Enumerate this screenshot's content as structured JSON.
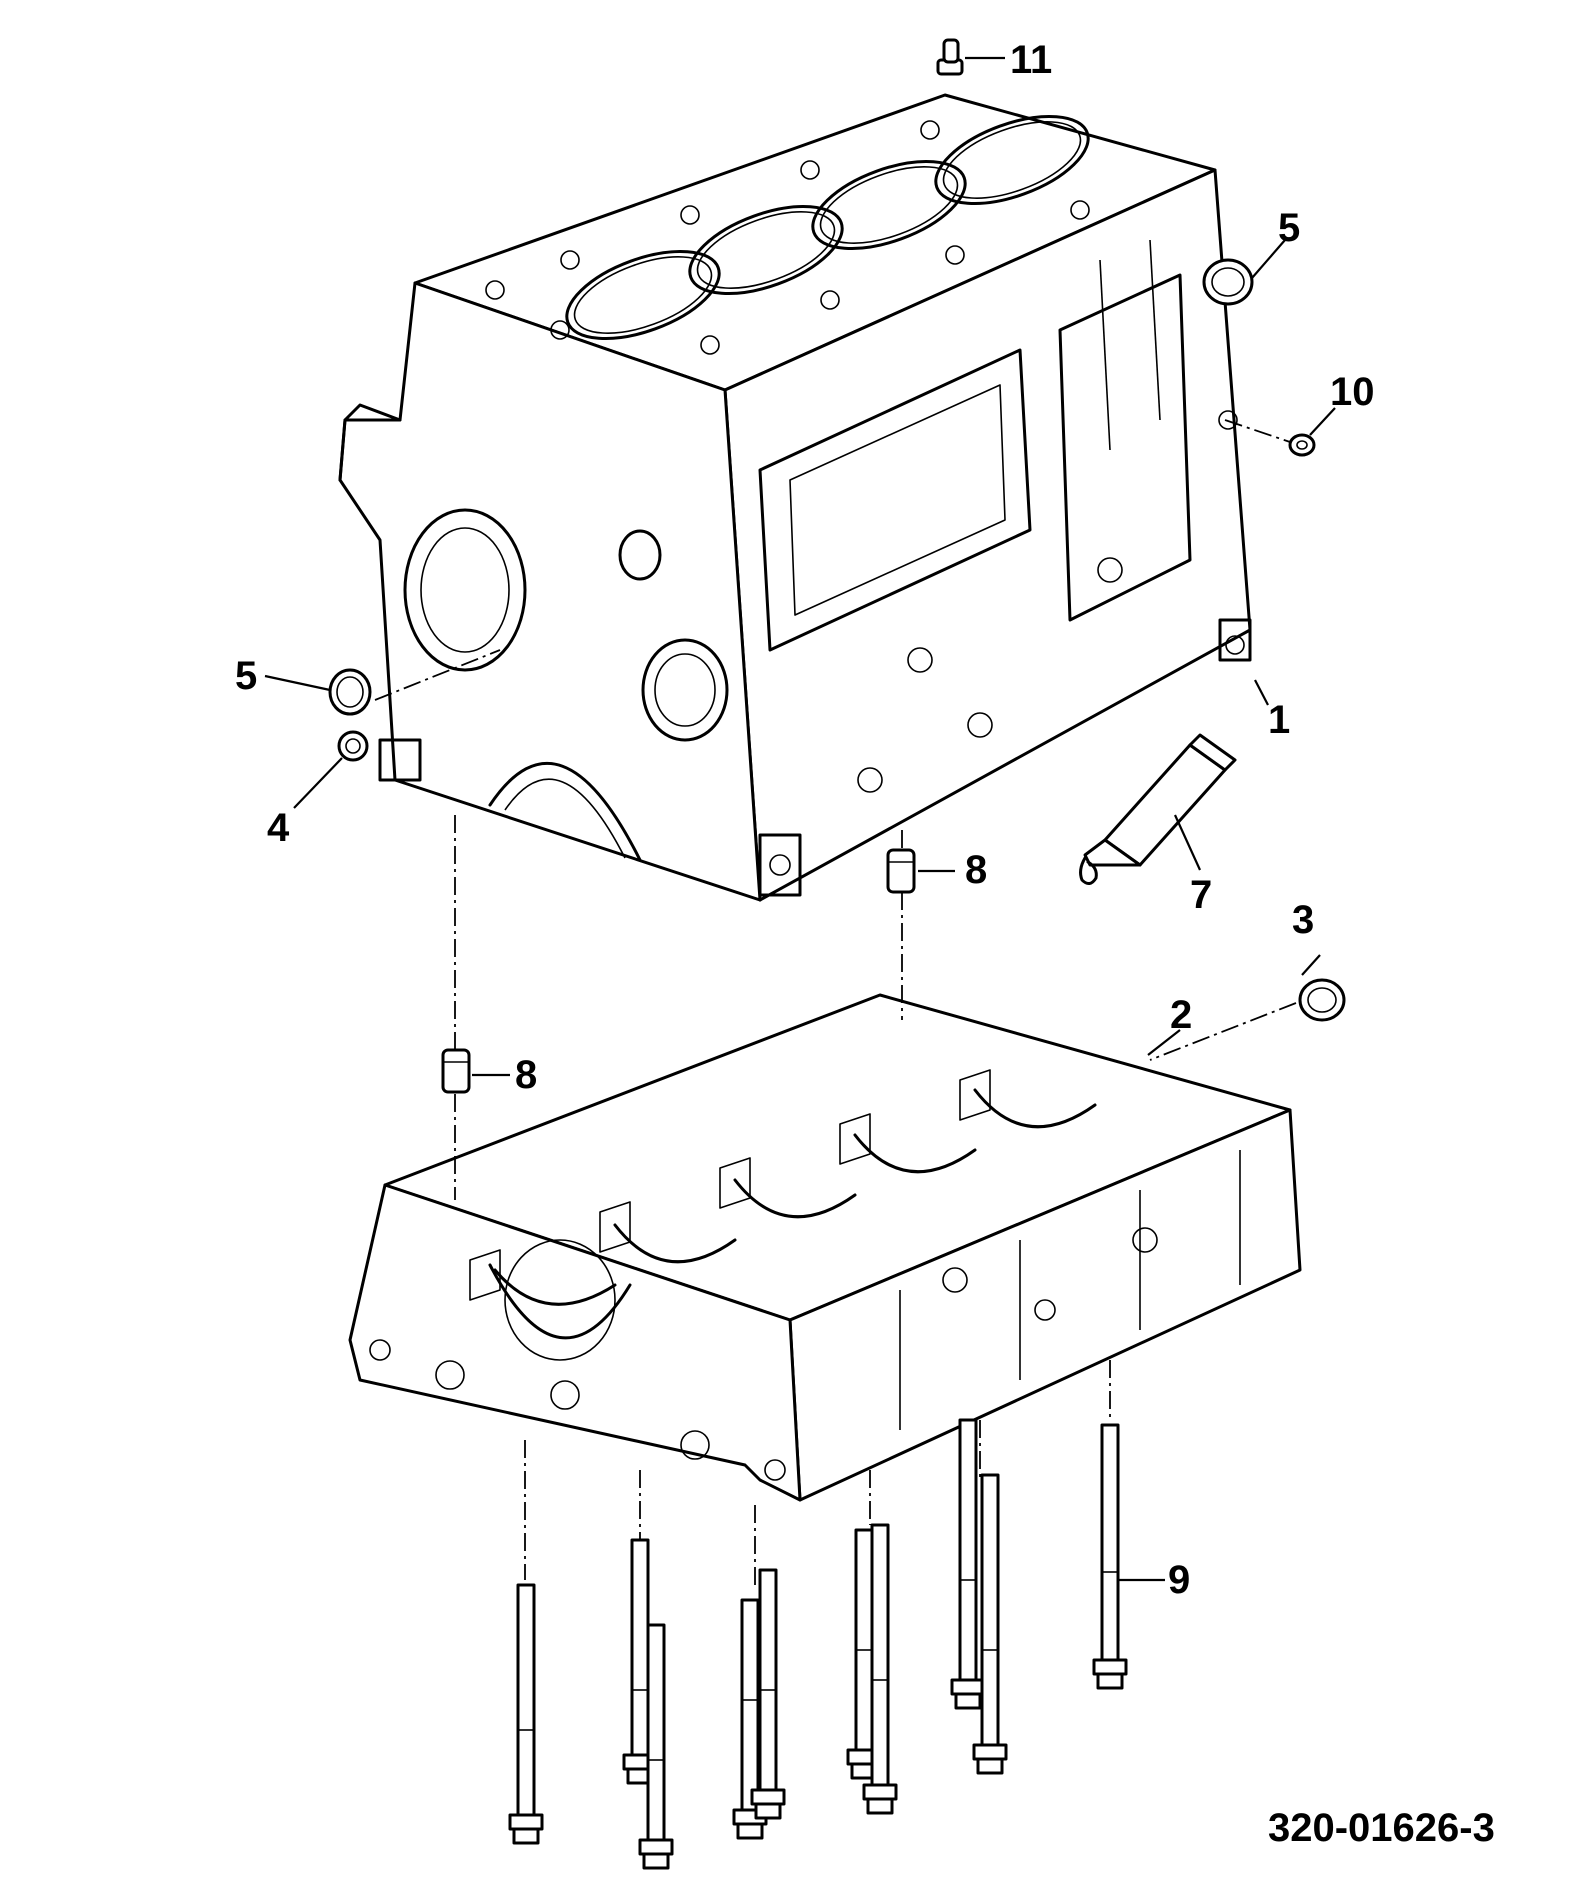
{
  "diagram": {
    "drawing_number": "320-01626-3",
    "callouts": [
      {
        "id": "c11",
        "label": "11"
      },
      {
        "id": "c5a",
        "label": "5"
      },
      {
        "id": "c10",
        "label": "10"
      },
      {
        "id": "c5b",
        "label": "5"
      },
      {
        "id": "c1",
        "label": "1"
      },
      {
        "id": "c4",
        "label": "4"
      },
      {
        "id": "c8a",
        "label": "8"
      },
      {
        "id": "c7",
        "label": "7"
      },
      {
        "id": "c3",
        "label": "3"
      },
      {
        "id": "c2",
        "label": "2"
      },
      {
        "id": "c8b",
        "label": "8"
      },
      {
        "id": "c9",
        "label": "9"
      }
    ]
  },
  "parts": {
    "p1": "cylinder-block",
    "p2": "crankcase-lower-bedplate",
    "p3": "core-plug",
    "p4": "plug",
    "p5": "core-plug",
    "p7": "sealant-tube",
    "p8": "dowel",
    "p9": "bolt",
    "p10": "plug",
    "p11": "plug"
  }
}
